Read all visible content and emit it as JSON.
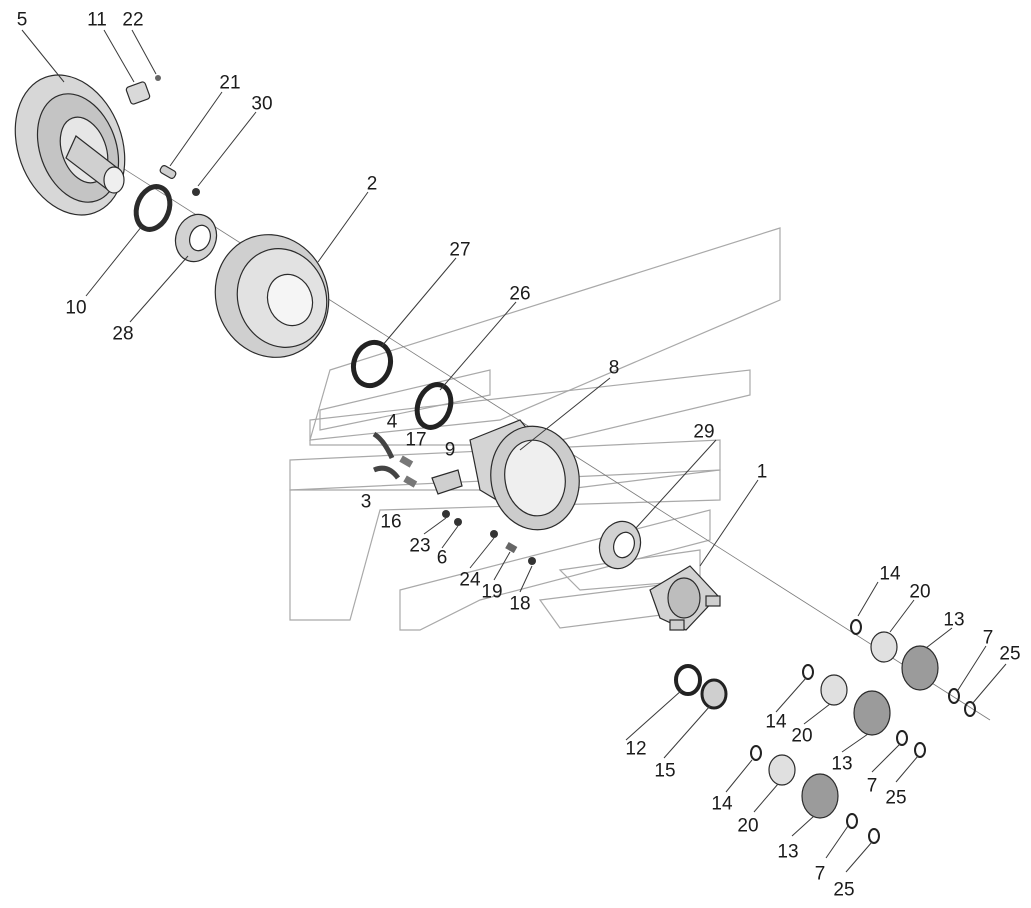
{
  "diagram": {
    "callouts": [
      {
        "label": "5"
      },
      {
        "label": "11"
      },
      {
        "label": "22"
      },
      {
        "label": "21"
      },
      {
        "label": "30"
      },
      {
        "label": "2"
      },
      {
        "label": "10"
      },
      {
        "label": "28"
      },
      {
        "label": "27"
      },
      {
        "label": "26"
      },
      {
        "label": "8"
      },
      {
        "label": "4"
      },
      {
        "label": "17"
      },
      {
        "label": "9"
      },
      {
        "label": "3"
      },
      {
        "label": "16"
      },
      {
        "label": "23"
      },
      {
        "label": "6"
      },
      {
        "label": "29"
      },
      {
        "label": "24"
      },
      {
        "label": "19"
      },
      {
        "label": "18"
      },
      {
        "label": "1"
      },
      {
        "label": "14"
      },
      {
        "label": "20"
      },
      {
        "label": "13"
      },
      {
        "label": "7"
      },
      {
        "label": "25"
      },
      {
        "label": "14"
      },
      {
        "label": "20"
      },
      {
        "label": "13"
      },
      {
        "label": "7"
      },
      {
        "label": "25"
      },
      {
        "label": "12"
      },
      {
        "label": "15"
      },
      {
        "label": "14"
      },
      {
        "label": "20"
      },
      {
        "label": "13"
      },
      {
        "label": "7"
      },
      {
        "label": "25"
      }
    ]
  }
}
